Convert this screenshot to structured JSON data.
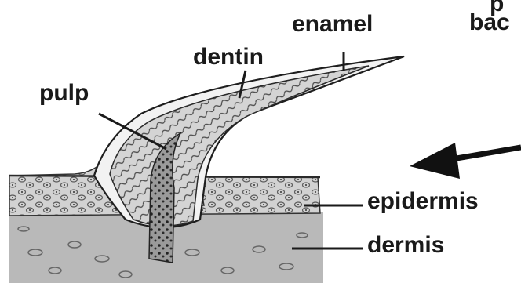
{
  "labels": {
    "enamel": "enamel",
    "dentin": "dentin",
    "pulp": "pulp",
    "epidermis": "epidermis",
    "dermis": "dermis",
    "corner_top": "p",
    "corner_bottom": "bac"
  },
  "colors": {
    "ink": "#1a1a1a",
    "dermis_fill": "#b9b9b9",
    "epidermis_fill": "#d2d2d2",
    "enamel_fill": "#f2f2f2",
    "dentin_fill": "#cfcfcf",
    "pulp_fill": "#8d8d8d"
  },
  "icons": {
    "arrow": "left-arrow-icon"
  }
}
